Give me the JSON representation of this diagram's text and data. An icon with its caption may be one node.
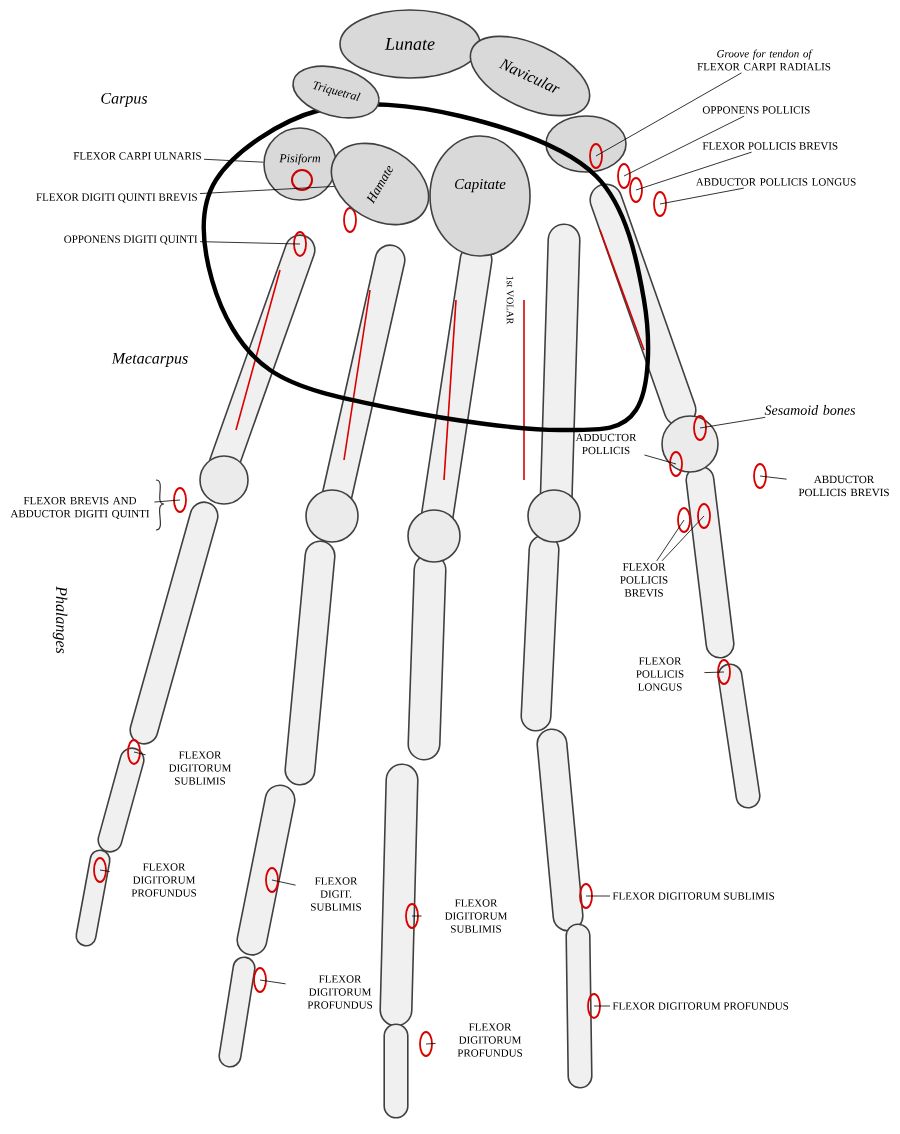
{
  "diagram": {
    "nodes": [
      {
        "text": [
          "*Groove for tendon of* FLEXOR CARPI RADIALIS"
        ]
      },
      {
        "text": [
          "OPPONENS POLLICIS"
        ]
      },
      {
        "text": [
          "FLEXOR POLLICIS BREVIS"
        ]
      },
      {
        "text": [
          "ABDUCTOR POLLICIS LONGUS"
        ]
      },
      {
        "text": [
          "FLEXOR CARPI ULNARIS"
        ]
      },
      {
        "text": [
          "FLEXOR DIGITI QUINTI BREVIS"
        ]
      },
      {
        "text": [
          "OPPONENS DIGITI QUINTI"
        ]
      },
      {
        "text": [
          "Sesamoid bones"
        ]
      },
      {
        "text": [
          "ADDUCTOR POLLICIS"
        ]
      },
      {
        "text": [
          "ABDUCTOR POLLICIS BREVIS"
        ]
      },
      {
        "text": [
          "FLEXOR POLLICIS BREVIS"
        ]
      },
      {
        "text": [
          "FLEXOR POLLICIS LONGUS"
        ]
      },
      {
        "text": [
          "FLEXOR BREVIS AND ABDUCTOR DIGITI QUINTI"
        ]
      },
      {
        "text": [
          "FLEXOR DIGITORUM SUBLIMIS"
        ]
      },
      {
        "text": [
          "FLEXOR DIGITORUM PROFUNDUS"
        ]
      },
      {
        "text": [
          "FLEXOR DIGIT. SUBLIMIS"
        ]
      },
      {
        "text": [
          "FLEXOR DIGITORUM PROFUNDUS"
        ]
      },
      {
        "text": [
          "FLEXOR DIGITORUM SUBLIMIS"
        ]
      },
      {
        "text": [
          "FLEXOR DIGITORUM PROFUNDUS"
        ]
      },
      {
        "text": [
          "FLEXOR DIGITORUM SUBLIMIS"
        ]
      },
      {
        "text": [
          "FLEXOR DIGITORUM PROFUNDUS"
        ]
      },
      {
        "text": [
          "Lunate"
        ]
      },
      {
        "text": [
          "Navicular"
        ]
      },
      {
        "text": [
          "Triquetral"
        ]
      },
      {
        "text": [
          "Pisiform"
        ]
      },
      {
        "text": [
          "Hamate"
        ]
      },
      {
        "text": [
          "Capitate"
        ]
      }
    ],
    "edges": [
      {
        "from": 0,
        "to": null,
        "arrow": "none"
      },
      {
        "from": 1,
        "to": null,
        "arrow": "none"
      },
      {
        "from": 2,
        "to": null,
        "arrow": "none"
      },
      {
        "from": 3,
        "to": null,
        "arrow": "none"
      },
      {
        "from": 4,
        "to": 24,
        "arrow": "none"
      },
      {
        "from": 5,
        "to": 25,
        "arrow": "none"
      },
      {
        "from": 6,
        "to": null,
        "arrow": "none"
      },
      {
        "from": 7,
        "to": null,
        "arrow": "none"
      },
      {
        "from": 8,
        "to": null,
        "arrow": "none"
      },
      {
        "from": 9,
        "to": null,
        "arrow": "none"
      },
      {
        "from": 10,
        "to": null,
        "arrow": "none"
      },
      {
        "from": 10,
        "to": null,
        "arrow": "none"
      },
      {
        "from": 11,
        "to": null,
        "arrow": "none"
      },
      {
        "from": 12,
        "to": null,
        "arrow": "none"
      },
      {
        "from": 13,
        "to": null,
        "arrow": "none"
      },
      {
        "from": 14,
        "to": null,
        "arrow": "none"
      },
      {
        "from": 15,
        "to": null,
        "arrow": "none"
      },
      {
        "from": 16,
        "to": null,
        "arrow": "none"
      },
      {
        "from": 17,
        "to": null,
        "arrow": "none"
      },
      {
        "from": 18,
        "to": null,
        "arrow": "none"
      },
      {
        "from": 19,
        "to": null,
        "arrow": "none"
      },
      {
        "from": 20,
        "to": null,
        "arrow": "none"
      }
    ],
    "labels": [
      "Carpus",
      "1st VOLAR",
      "Metacarpus",
      "Phalanges"
    ]
  }
}
